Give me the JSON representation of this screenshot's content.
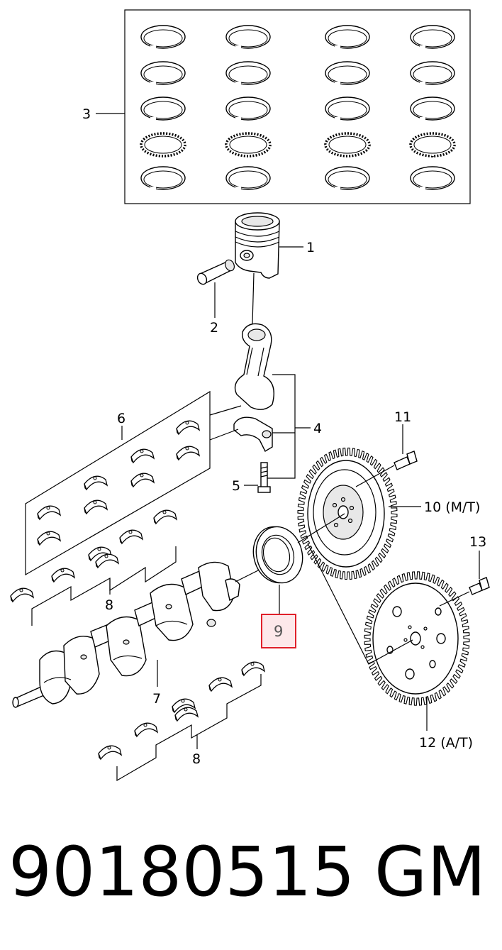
{
  "callouts": {
    "c1": "1",
    "c2": "2",
    "c3": "3",
    "c4": "4",
    "c5": "5",
    "c6": "6",
    "c7": "7",
    "c8a": "8",
    "c8b": "8",
    "c9": "9",
    "c10": "10 (M/T)",
    "c11": "11",
    "c12": "12  (A/T)",
    "c13": "13"
  },
  "highlight": {
    "color": "#e0202a",
    "fill": "#fde8ea"
  },
  "footer": {
    "part_number": "90180515",
    "brand": "GM"
  }
}
